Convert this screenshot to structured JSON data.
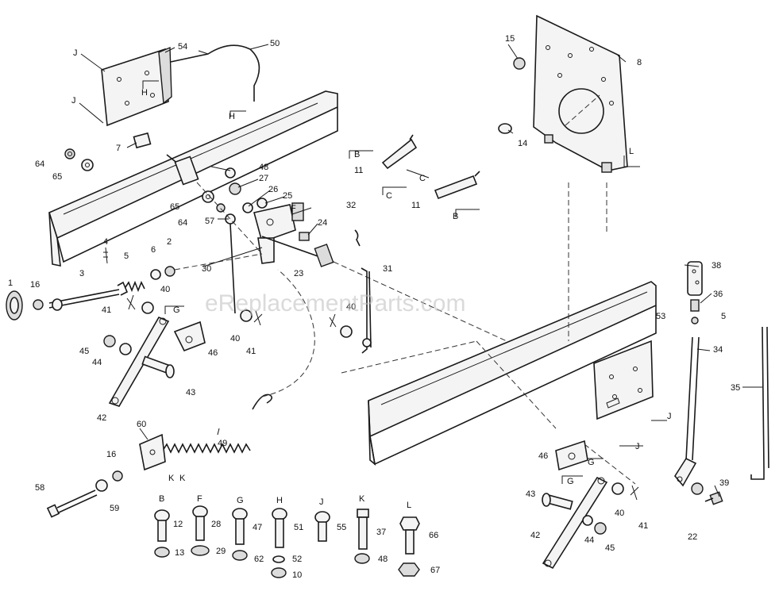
{
  "watermark": "eReplacementParts.com",
  "callouts": [
    "1",
    "2",
    "3",
    "4",
    "5",
    "6",
    "7",
    "8",
    "10",
    "11",
    "11",
    "12",
    "13",
    "14",
    "15",
    "16",
    "16",
    "22",
    "23",
    "24",
    "25",
    "26",
    "27",
    "28",
    "29",
    "30",
    "31",
    "32",
    "34",
    "35",
    "36",
    "37",
    "38",
    "39",
    "40",
    "40",
    "40",
    "41",
    "41",
    "41",
    "42",
    "42",
    "43",
    "43",
    "44",
    "44",
    "45",
    "45",
    "46",
    "46",
    "47",
    "48",
    "48",
    "49",
    "50",
    "51",
    "52",
    "53",
    "54",
    "55",
    "57",
    "58",
    "59",
    "60",
    "62",
    "64",
    "64",
    "65",
    "65",
    "66",
    "67",
    "5",
    "40"
  ],
  "letter_keys": [
    "J",
    "J",
    "H",
    "H",
    "B",
    "C",
    "C",
    "B",
    "F",
    "G",
    "G",
    "G",
    "J",
    "J",
    "K",
    "K",
    "L",
    "B",
    "F",
    "G",
    "H",
    "J",
    "K",
    "L"
  ],
  "colors": {
    "ink": "#1a1a1a",
    "paper": "#ffffff",
    "watermark": "#bdbdbd"
  }
}
